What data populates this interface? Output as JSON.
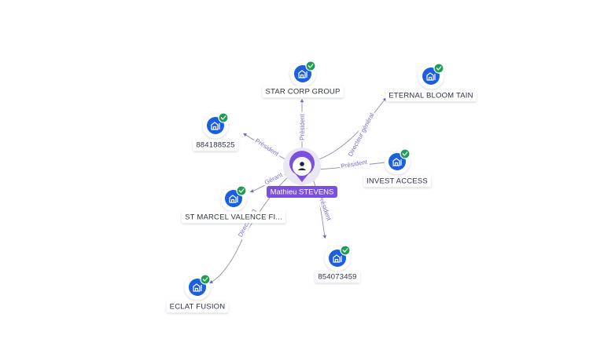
{
  "graph": {
    "center": {
      "name": "Mathieu STEVENS"
    },
    "nodes": [
      {
        "id": "star",
        "label": "STAR CORP GROUP",
        "role": "Président",
        "verified": true
      },
      {
        "id": "eternal",
        "label": "ETERNAL BLOOM TAIN",
        "role": "Directeur général",
        "verified": true
      },
      {
        "id": "n884",
        "label": "884188525",
        "role": "Président",
        "verified": true
      },
      {
        "id": "invest",
        "label": "INVEST ACCESS",
        "role": "Président",
        "verified": true
      },
      {
        "id": "stmarcel",
        "label": "ST MARCEL VALENCE FI...",
        "role": "Gérant",
        "verified": true
      },
      {
        "id": "n854",
        "label": "854073459",
        "role": "Président",
        "verified": true
      },
      {
        "id": "eclat",
        "label": "ECLAT FUSION",
        "role": "Directeur g",
        "verified": true
      }
    ]
  },
  "colors": {
    "company": "#1a5fe0",
    "person": "#7b4fe0",
    "verified": "#1e9e54",
    "edge": "#8a90a8",
    "edge_label": "#7b6fd6"
  }
}
